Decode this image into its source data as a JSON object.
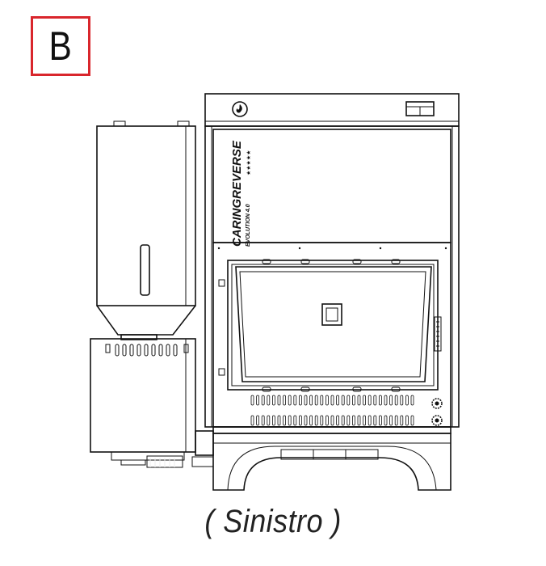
{
  "badge": {
    "letter": "B",
    "border_color": "#d9262c"
  },
  "machine": {
    "brand_text": "CARINGREVERSE",
    "sub_text": "EVOLUTION 4.0",
    "stars": "★★★★★",
    "icons": [
      "flame-icon",
      "control-panel-icon"
    ]
  },
  "caption": "( Sinistro )"
}
